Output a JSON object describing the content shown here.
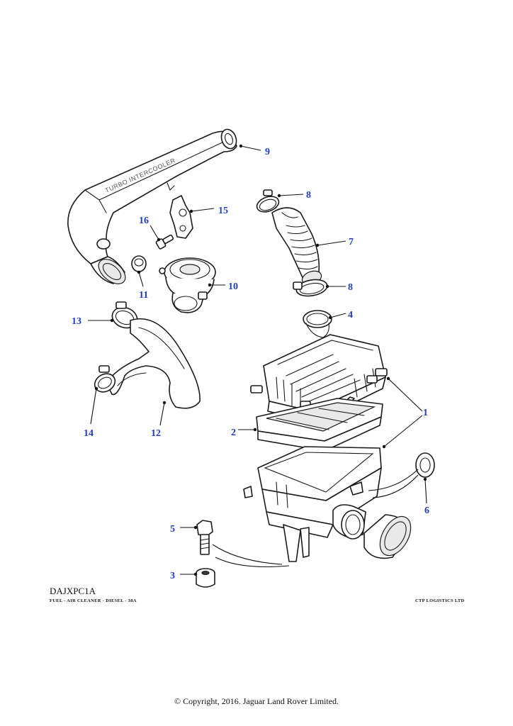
{
  "diagram": {
    "code": "DAJXPC1A",
    "subtitle": "FUEL - AIR CLEANER - DIESEL - 38A",
    "publisher": "CTP LOGISTICS LTD",
    "copyright": "© Copyright, 2016. Jaguar Land Rover Limited.",
    "intercooler_lettering": "TURBO INTERCOOLER",
    "callouts": [
      "1",
      "2",
      "3",
      "4",
      "5",
      "6",
      "7",
      "8",
      "8",
      "9",
      "10",
      "11",
      "12",
      "13",
      "14",
      "15",
      "16"
    ]
  },
  "colors": {
    "callout": "#1f3fbf",
    "line": "#1a1a1a"
  }
}
